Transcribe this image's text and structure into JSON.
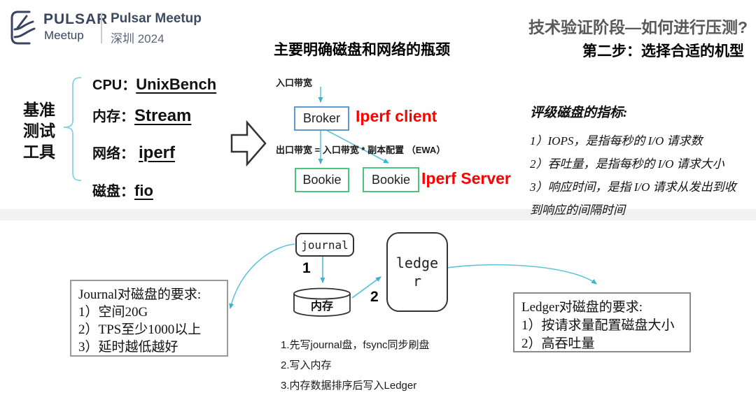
{
  "logo": {
    "brand_line1": "PULSAR",
    "brand_line2": "Meetup",
    "event_name": "Pulsar Meetup",
    "event_edition": "深圳 2024"
  },
  "header": {
    "title": "技术验证阶段—如何进行压测?",
    "subtitle": "第二步：选择合适的机型"
  },
  "benchmark_tools": {
    "group_label": "基准测试工具",
    "items": [
      {
        "label": "CPU：",
        "value": "UnixBench"
      },
      {
        "label": "内存：",
        "value": "Stream"
      },
      {
        "label": "网络：",
        "value": "iperf"
      },
      {
        "label": "磁盘：",
        "value": "fio"
      }
    ]
  },
  "network_diagram": {
    "title": "主要明确磁盘和网络的瓶颈",
    "ingress_label": "入口带宽",
    "egress_formula": "出口带宽 = 入口带宽 * 副本配置 （EWA）",
    "broker": "Broker",
    "bookie_left": "Bookie",
    "bookie_right": "Bookie",
    "iperf_client": "Iperf client",
    "iperf_server": "Iperf Server"
  },
  "disk_metrics": {
    "title": "评级磁盘的指标:",
    "line1": "1）IOPS，是指每秒的 I/O 请求数",
    "line2": "2）吞吐量，是指每秒的 I/O 请求大小",
    "line3": "3）响应时间，是指 I/O 请求从发出到收",
    "line4": "到响应的间隔时间"
  },
  "storage_flow": {
    "journal": "journal",
    "memory": "内存",
    "ledger": "ledger",
    "step1": "1",
    "step2": "2",
    "journal_box": {
      "title": "Journal对磁盘的要求:",
      "line1": "1）空间20G",
      "line2": "2）TPS至少1000以上",
      "line3": "3）延时越低越好"
    },
    "ledger_box": {
      "title": "Ledger对磁盘的要求:",
      "line1": "1）按请求量配置磁盘大小",
      "line2": "2）高吞吐量"
    },
    "note1": "1.先写journal盘，fsync同步刷盘",
    "note2": "2.写入内存",
    "note3": "3.内存数据排序后写入Ledger"
  },
  "colors": {
    "accent_cyan": "#5FC4DA",
    "broker_blue": "#5B9BD5",
    "bookie_green": "#4DC47E",
    "alert_red": "#FF0000",
    "brand_navy": "#39455E",
    "title_gray": "#595959"
  }
}
